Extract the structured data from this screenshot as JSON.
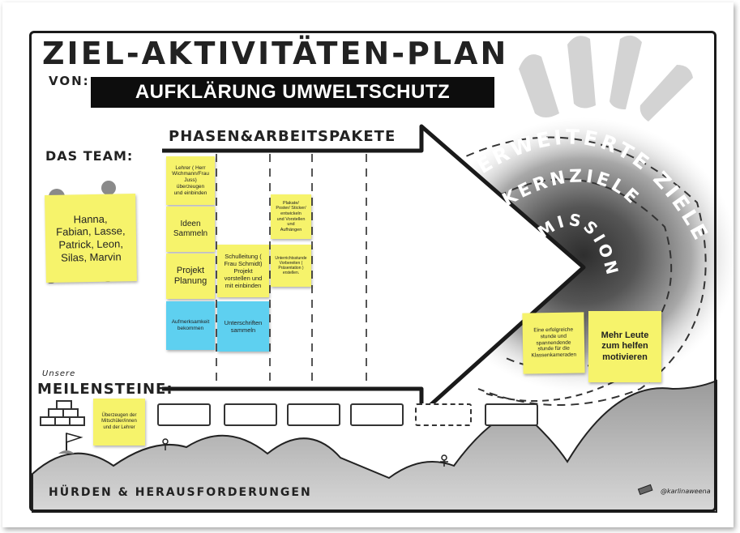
{
  "poster": {
    "title": "ZIEL-AKTIVITÄTEN-PLAN",
    "from_label": "VON:",
    "project_name": "AUFKLÄRUNG UMWELTSCHUTZ",
    "phases_title": "PHASEN&ARBEITSPAKETE",
    "team_title": "DAS TEAM:",
    "milestones_prefix": "Unsere",
    "milestones_title": "MEILENSTEINE:",
    "hurdles_title": "HÜRDEN & HERAUSFORDERUNGEN",
    "signature": "@karlinaweena"
  },
  "rings": {
    "outer": "ERWEITERTE ZIELE",
    "middle": "KERNZIELE",
    "inner": "MISSION"
  },
  "team": {
    "members": "Hanna,\nFabian, Lasse,\nPatrick, Leon,\nSilas, Marvin"
  },
  "phase_notes": {
    "teachers": "Lehrer ( Herr\nWichmann/Frau\nJuss)\nüberzeugen\nund einbinden",
    "ideas": "Ideen\nSammeln",
    "project_planning": "Projekt\nPlanung",
    "attention": "Aufmerksamkeit\nbekommen",
    "school_management": "Schulleitung (\nFrau Schmidt)\nProjekt\nvorstellen und\nmit einbinden",
    "signatures": "Unterschriften\nsammeln",
    "posters": "Plakate/\nPoster/ Sticker/\nentwickeln\nund Vorstellen\nund\nAufhängen",
    "lesson": "Unterrichtsstunde\nVorbereiten (\nPräsentation )\nerstellen."
  },
  "goal_notes": {
    "lesson_goal": "Eine erfolgreiche\nstunde und\nspannendende\nstunde für die\nKlassenkameraden",
    "motivate": "Mehr Leute\nzum helfen\nmotivieren"
  },
  "milestone_notes": {
    "convince": "Überzeugen der\nMitschüler/innen\nund der Lehrer"
  }
}
